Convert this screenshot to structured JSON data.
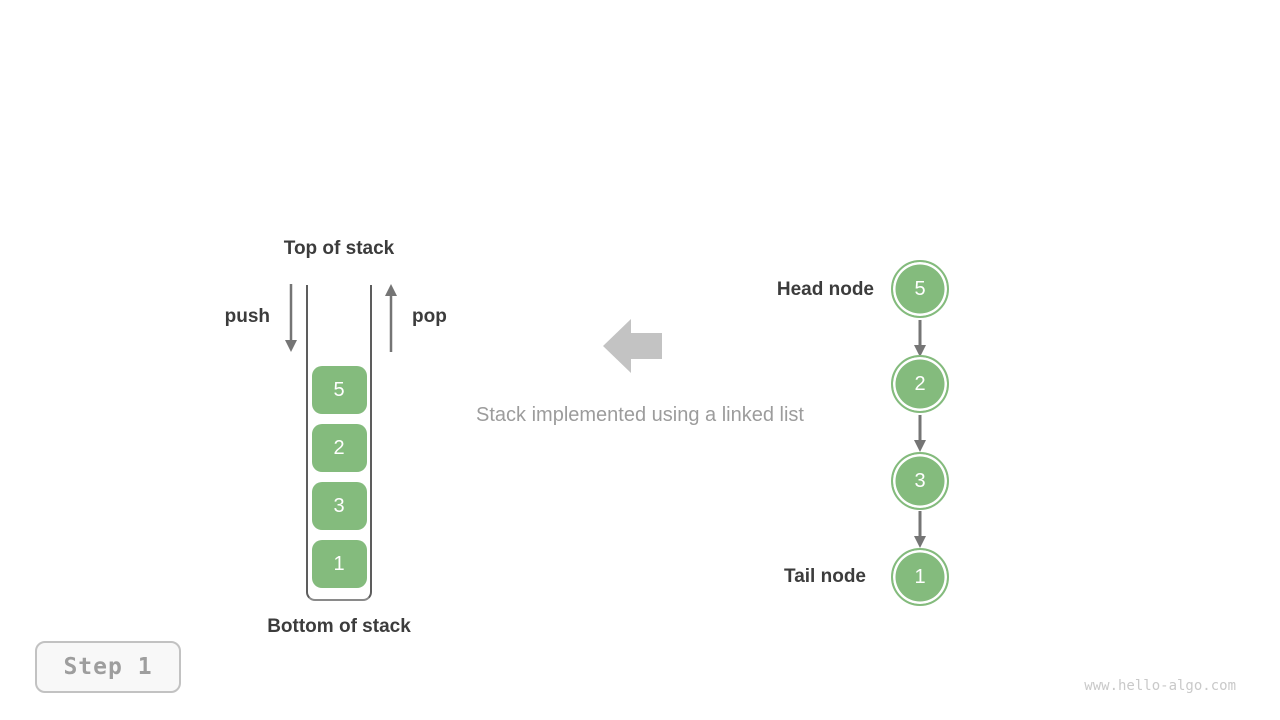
{
  "page": {
    "background": "#ffffff"
  },
  "stack_diagram": {
    "top_label": "Top of stack",
    "bottom_label": "Bottom of stack",
    "push_label": "push",
    "pop_label": "pop",
    "items": [
      "5",
      "2",
      "3",
      "1"
    ]
  },
  "center": {
    "caption": "Stack implemented using a linked list"
  },
  "linked_list": {
    "head_label": "Head node",
    "tail_label": "Tail node",
    "nodes": [
      "5",
      "2",
      "3",
      "1"
    ]
  },
  "footer": {
    "step_label": "Step 1",
    "watermark": "www.hello-algo.com"
  },
  "icons": {
    "push_arrow": "arrow-down",
    "pop_arrow": "arrow-up",
    "center_arrow": "block-arrow-left",
    "node_connector": "arrow-down"
  },
  "colors": {
    "node_green": "#84bb7d",
    "arrow_gray": "#757575",
    "container_wall_gray": "#5d5d5d",
    "big_arrow_gray": "#c3c3c3",
    "caption_gray": "#9c9c9c",
    "label_dark": "#3c3c3c",
    "badge_border": "#c2c2c2",
    "badge_bg": "#f8f8f8",
    "badge_text": "#9e9e9e",
    "watermark_gray": "#c9c9c9"
  }
}
